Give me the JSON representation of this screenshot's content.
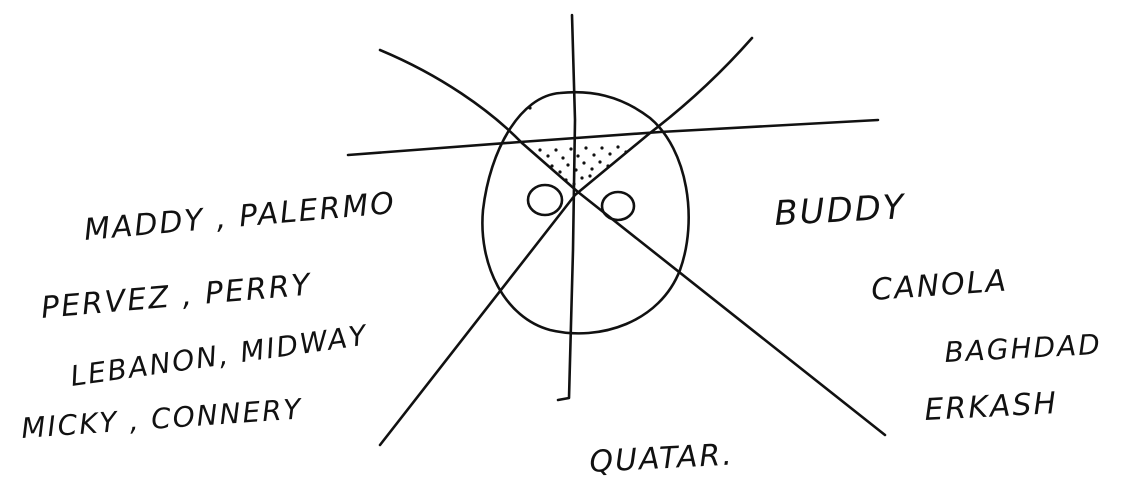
{
  "labels": {
    "left": [
      "MADDY , PALERMO",
      "PERVEZ , PERRY",
      "LEBANON, MIDWAY",
      "MICKY , CONNERY"
    ],
    "right_top": "BUDDY",
    "right": [
      "CANOLA",
      "BAGHDAD",
      "ERKASH"
    ],
    "bottom": "QUATAR."
  }
}
